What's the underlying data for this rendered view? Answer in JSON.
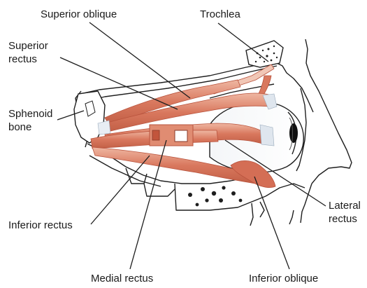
{
  "labels": {
    "superior_oblique": "Superior oblique",
    "trochlea": "Trochlea",
    "superior_rectus": [
      "Superior",
      "rectus"
    ],
    "sphenoid_bone": [
      "Sphenoid",
      "bone"
    ],
    "inferior_rectus": "Inferior rectus",
    "medial_rectus": "Medial rectus",
    "inferior_oblique": "Inferior oblique",
    "lateral_rectus": [
      "Lateral",
      "rectus"
    ]
  },
  "colors": {
    "muscle": "#d9785e",
    "muscle_dark": "#b9533d",
    "muscle_light": "#efb7a2",
    "tendon": "#dfe6ee",
    "bone_line": "#1e1e1e",
    "leader_line": "#1e1e1e"
  }
}
